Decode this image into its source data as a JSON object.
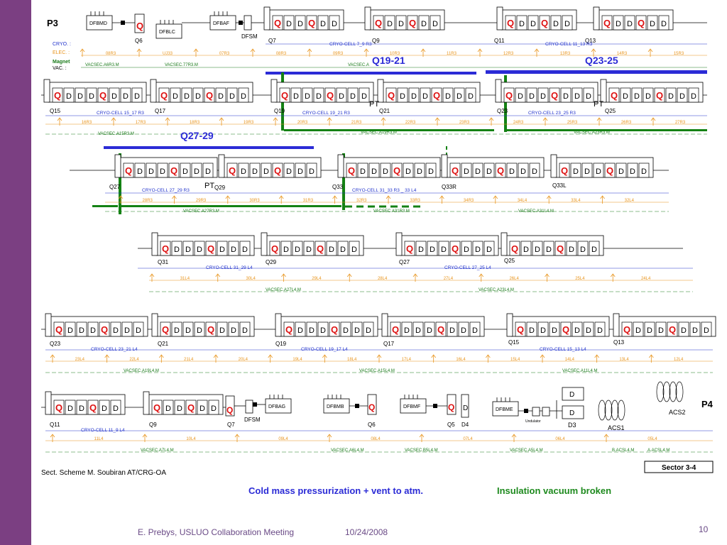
{
  "colors": {
    "sidebar": "#7b3f82",
    "blue": "#2233cc",
    "orange": "#e8951e",
    "green": "#1a7a1a",
    "red": "#dd1111",
    "bar_blue": "#2b2bd6",
    "bar_green": "#148214",
    "footer": "#6a4a86"
  },
  "header": {
    "p3": "P3",
    "p4": "P4",
    "row_labels": [
      "CRYO. :",
      "ELEC. :",
      "Magnet",
      "VAC. :"
    ]
  },
  "feedboxes": [
    "DFBMD",
    "DFBLC",
    "DFBAF",
    "DFBAG",
    "DFBMB",
    "DFBMF",
    "DFBME"
  ],
  "row1": {
    "q_labels": [
      "Q6",
      "DFSM",
      "Q7",
      "Q9",
      "Q11",
      "Q13"
    ],
    "cryo": [
      "CRYO-CELL 7_9 R3",
      "CRYO-CELL 11_13 R3"
    ],
    "elec": [
      "08R3",
      "UJ33",
      "07R3",
      "08R3",
      "09R3",
      "10R3",
      "11R3",
      "12R3",
      "13R3",
      "14R3",
      "15R3"
    ],
    "vac": [
      "VACSEC.A6R3.M",
      "VACSEC.77R3.M",
      "VACSEC.A"
    ],
    "tag1": "Q19-21",
    "tag2": "Q23-25"
  },
  "row2": {
    "q_labels": [
      "Q15",
      "Q17",
      "Q19",
      "Q21",
      "Q23",
      "Q25"
    ],
    "pt": [
      "PT",
      "PT"
    ],
    "cryo": [
      "CRYO-CELL 15_17 R3",
      "CRYO-CELL 19_21 R3",
      "CRYO-CELL 23_25 R3"
    ],
    "elec": [
      "16R3",
      "17R3",
      "18R3",
      "19R3",
      "20R3",
      "21R3",
      "22R3",
      "23R3",
      "24R3",
      "25R3",
      "26R3",
      "27R3"
    ],
    "vac": [
      "VACSEC.A15R3.M",
      "VACSEC.A19R3.M",
      "VACSEC.A23R3.M"
    ],
    "tag": "Q27-29"
  },
  "row3": {
    "q_labels": [
      "Q27",
      "Q29",
      "Q33",
      "Q33R",
      "Q33L"
    ],
    "pt": [
      "PT"
    ],
    "cryo": [
      "CRYO-CELL 27_29 R3",
      "CRYO-CELL 31_33 R3 _ 33 L4"
    ],
    "elec": [
      "28R3",
      "29R3",
      "30R3",
      "31R3",
      "32R3",
      "33R3",
      "34R3",
      "34L4",
      "33L4",
      "32L4"
    ],
    "vac": [
      "VACSEC.A27R3.M",
      "VACSEC.A31R3.M",
      "VACSEC.A31L4.M"
    ]
  },
  "row4": {
    "q_labels": [
      "Q31",
      "Q29",
      "Q27",
      "Q25"
    ],
    "cryo": [
      "CRYO-CELL 31_29 L4",
      "CRYO-CELL 27_25 L4"
    ],
    "elec": [
      "31L4",
      "30L4",
      "29L4",
      "28L4",
      "27L4",
      "26L4",
      "25L4",
      "24L4"
    ],
    "vac": [
      "VACSEC.A27L4.M",
      "VACSEC.A23L4.M"
    ]
  },
  "row5": {
    "q_labels": [
      "Q23",
      "Q21",
      "Q19",
      "Q17",
      "Q15",
      "Q13"
    ],
    "cryo": [
      "CRYO-CELL 23_21 L4",
      "CRYO-CELL 19_17 L4",
      "CRYO-CELL 15_13 L4"
    ],
    "elec": [
      "23L4",
      "22L4",
      "21L4",
      "20L4",
      "19L4",
      "18L4",
      "17L4",
      "16L4",
      "15L4",
      "14L4",
      "13L4",
      "12L4"
    ],
    "vac": [
      "VACSEC.A19L4.M",
      "VACSEC.A15L4.M",
      "VACSEC.A11L4.M"
    ]
  },
  "row6": {
    "q_labels": [
      "Q11",
      "Q9",
      "Q7",
      "DFSM",
      "Q6",
      "Q5",
      "D4",
      "D3"
    ],
    "cryo": [
      "CRYO-CELL 11_9 L4"
    ],
    "elec": [
      "11L4",
      "10L4",
      "09L4",
      "08L4",
      "07L4",
      "06L4",
      "05L4"
    ],
    "vac": [
      "VACSEC.A7L4.M",
      "VACSEC.A6L4.M",
      "VACSEC.B5L4.M",
      "VACSEC.A5L4.M",
      "B.ACSL4.M",
      "A.ACSL4.M"
    ],
    "undulator": "Undulator",
    "acs": [
      "ACS1",
      "ACS2"
    ]
  },
  "credit": "Sect. Scheme M. Soubiran AT/CRG-OA",
  "sector": "Sector 3-4",
  "legend_blue": "Cold mass pressurization + vent to atm.",
  "legend_green": "Insulation vacuum broken",
  "footer": {
    "author": "E. Prebys, USLUO Collaboration Meeting",
    "date": "10/24/2008",
    "page": "10"
  }
}
